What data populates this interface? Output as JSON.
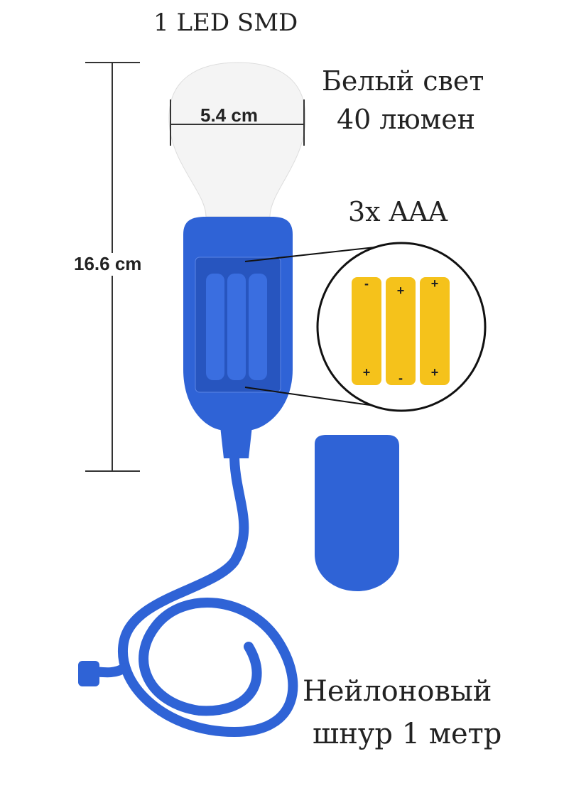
{
  "product": {
    "led_label": "1 LED SMD",
    "light_line1": "Белый свет",
    "light_line2": "40 люмен",
    "battery_label": "3x AAA",
    "width_label": "5.4 cm",
    "height_label": "16.6 cm",
    "cord_line1": "Нейлоновый",
    "cord_line2": "шнур 1 метр",
    "battery_signs": [
      "-",
      "+",
      "+",
      "+",
      "-",
      "+"
    ]
  },
  "colors": {
    "body": "#2f63d6",
    "battery": "#f5c21b",
    "bulb": "#f4f4f4"
  }
}
